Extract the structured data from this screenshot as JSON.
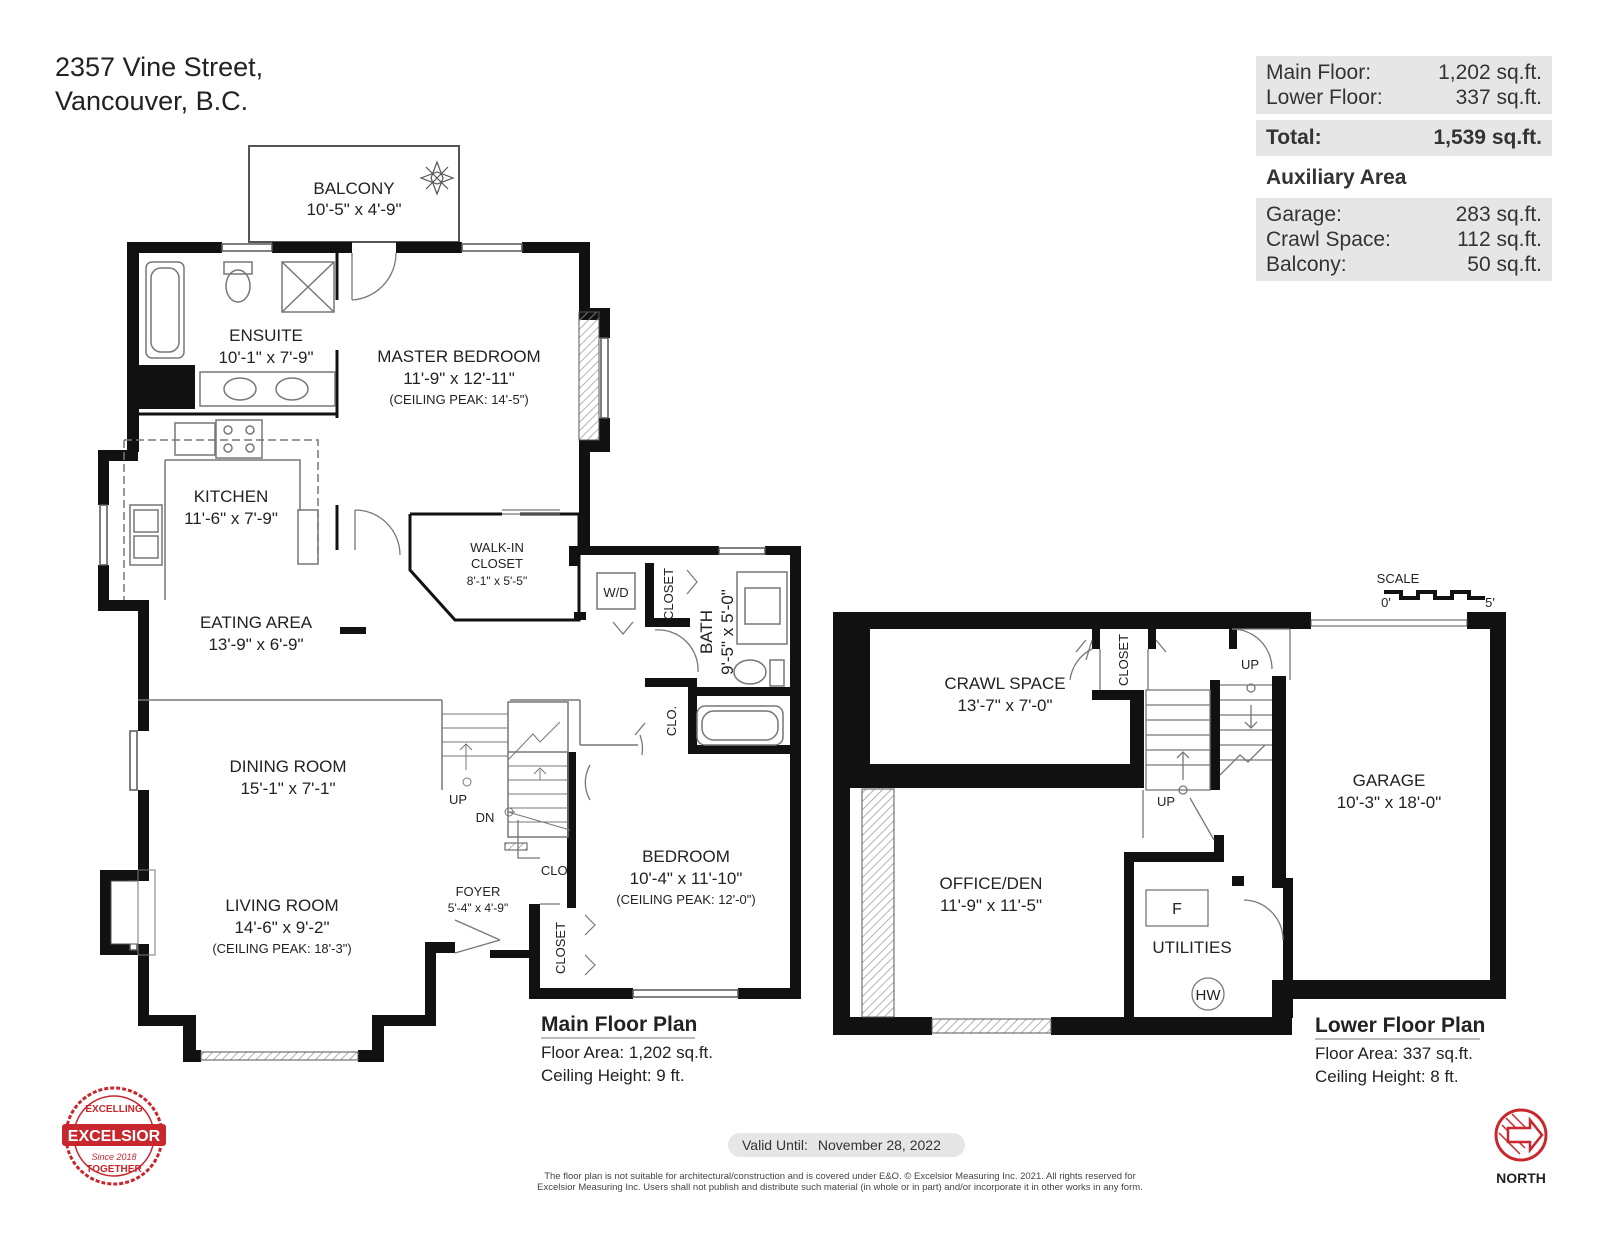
{
  "address": {
    "line1": "2357 Vine Street,",
    "line2": "Vancouver, B.C."
  },
  "areas": {
    "main": {
      "label": "Main Floor:",
      "value": "1,202 sq.ft."
    },
    "lower": {
      "label": "Lower Floor:",
      "value": "337 sq.ft."
    },
    "total": {
      "label": "Total:",
      "value": "1,539 sq.ft."
    },
    "aux_title": "Auxiliary Area",
    "garage": {
      "label": "Garage:",
      "value": "283 sq.ft."
    },
    "crawl": {
      "label": "Crawl Space:",
      "value": "112 sq.ft."
    },
    "balcony": {
      "label": "Balcony:",
      "value": "50 sq.ft."
    }
  },
  "main_floor_rooms": {
    "balcony": {
      "name": "BALCONY",
      "dim": "10'-5\" x  4'-9\""
    },
    "ensuite": {
      "name": "ENSUITE",
      "dim": "10'-1\" x  7'-9\""
    },
    "master": {
      "name": "MASTER BEDROOM",
      "dim": "11'-9\" x  12'-11\"",
      "note": "(CEILING PEAK: 14'-5\")"
    },
    "kitchen": {
      "name": "KITCHEN",
      "dim": "11'-6\" x  7'-9\""
    },
    "walkin": {
      "name1": "WALK-IN",
      "name2": "CLOSET",
      "dim": "8'-1\" x  5'-5\""
    },
    "wd": "W/D",
    "closet": "CLOSET",
    "bath": {
      "name": "BATH",
      "dim": "9'-5\" x  5'-0\""
    },
    "eating": {
      "name": "EATING AREA",
      "dim": "13'-9\" x  6'-9\""
    },
    "clo": "CLO.",
    "dining": {
      "name": "DINING ROOM",
      "dim": "15'-1\" x  7'-1\""
    },
    "up": "UP",
    "dn": "DN",
    "bedroom": {
      "name": "BEDROOM",
      "dim": "10'-4\" x  11'-10\"",
      "note": "(CEILING PEAK: 12'-0\")"
    },
    "foyer": {
      "name": "FOYER",
      "dim": "5'-4\" x  4'-9\""
    },
    "living": {
      "name": "LIVING ROOM",
      "dim": "14'-6\" x  9'-2\"",
      "note": "(CEILING PEAK: 18'-3\")"
    }
  },
  "lower_floor_rooms": {
    "crawl": {
      "name": "CRAWL SPACE",
      "dim": "13'-7\" x  7'-0\""
    },
    "closet": "CLOSET",
    "up": "UP",
    "garage": {
      "name": "GARAGE",
      "dim": "10'-3\" x  18'-0\""
    },
    "office": {
      "name": "OFFICE/DEN",
      "dim": "11'-9\" x  11'-5\""
    },
    "utilities": "UTILITIES",
    "furnace": "F",
    "hw": "HW"
  },
  "scale": {
    "label": "SCALE",
    "min": "0'",
    "max": "5'"
  },
  "main_plan": {
    "title": "Main Floor Plan",
    "area": "Floor Area: 1,202 sq.ft.",
    "height": "Ceiling Height: 9 ft."
  },
  "lower_plan": {
    "title": "Lower Floor Plan",
    "area": "Floor Area: 337 sq.ft.",
    "height": "Ceiling Height: 8 ft."
  },
  "valid": {
    "label": "Valid Until:",
    "date": "November 28, 2022"
  },
  "disclaimer": {
    "line1": "The floor plan is not suitable for architectural/construction and is covered under E&O. © Excelsior Measuring Inc. 2021. All rights reserved for",
    "line2": "Excelsior Measuring Inc. Users shall not publish and distribute such material (in whole or in part) and/or incorporate it in other works in any form."
  },
  "logo": {
    "top": "EXCELLING",
    "name": "EXCELSIOR",
    "bottom": "TOGETHER",
    "since": "Since 2018"
  },
  "north": {
    "label": "NORTH"
  },
  "colors": {
    "wall": "#111111",
    "logo": "#c8272d",
    "panel": "#e6e6e6"
  }
}
